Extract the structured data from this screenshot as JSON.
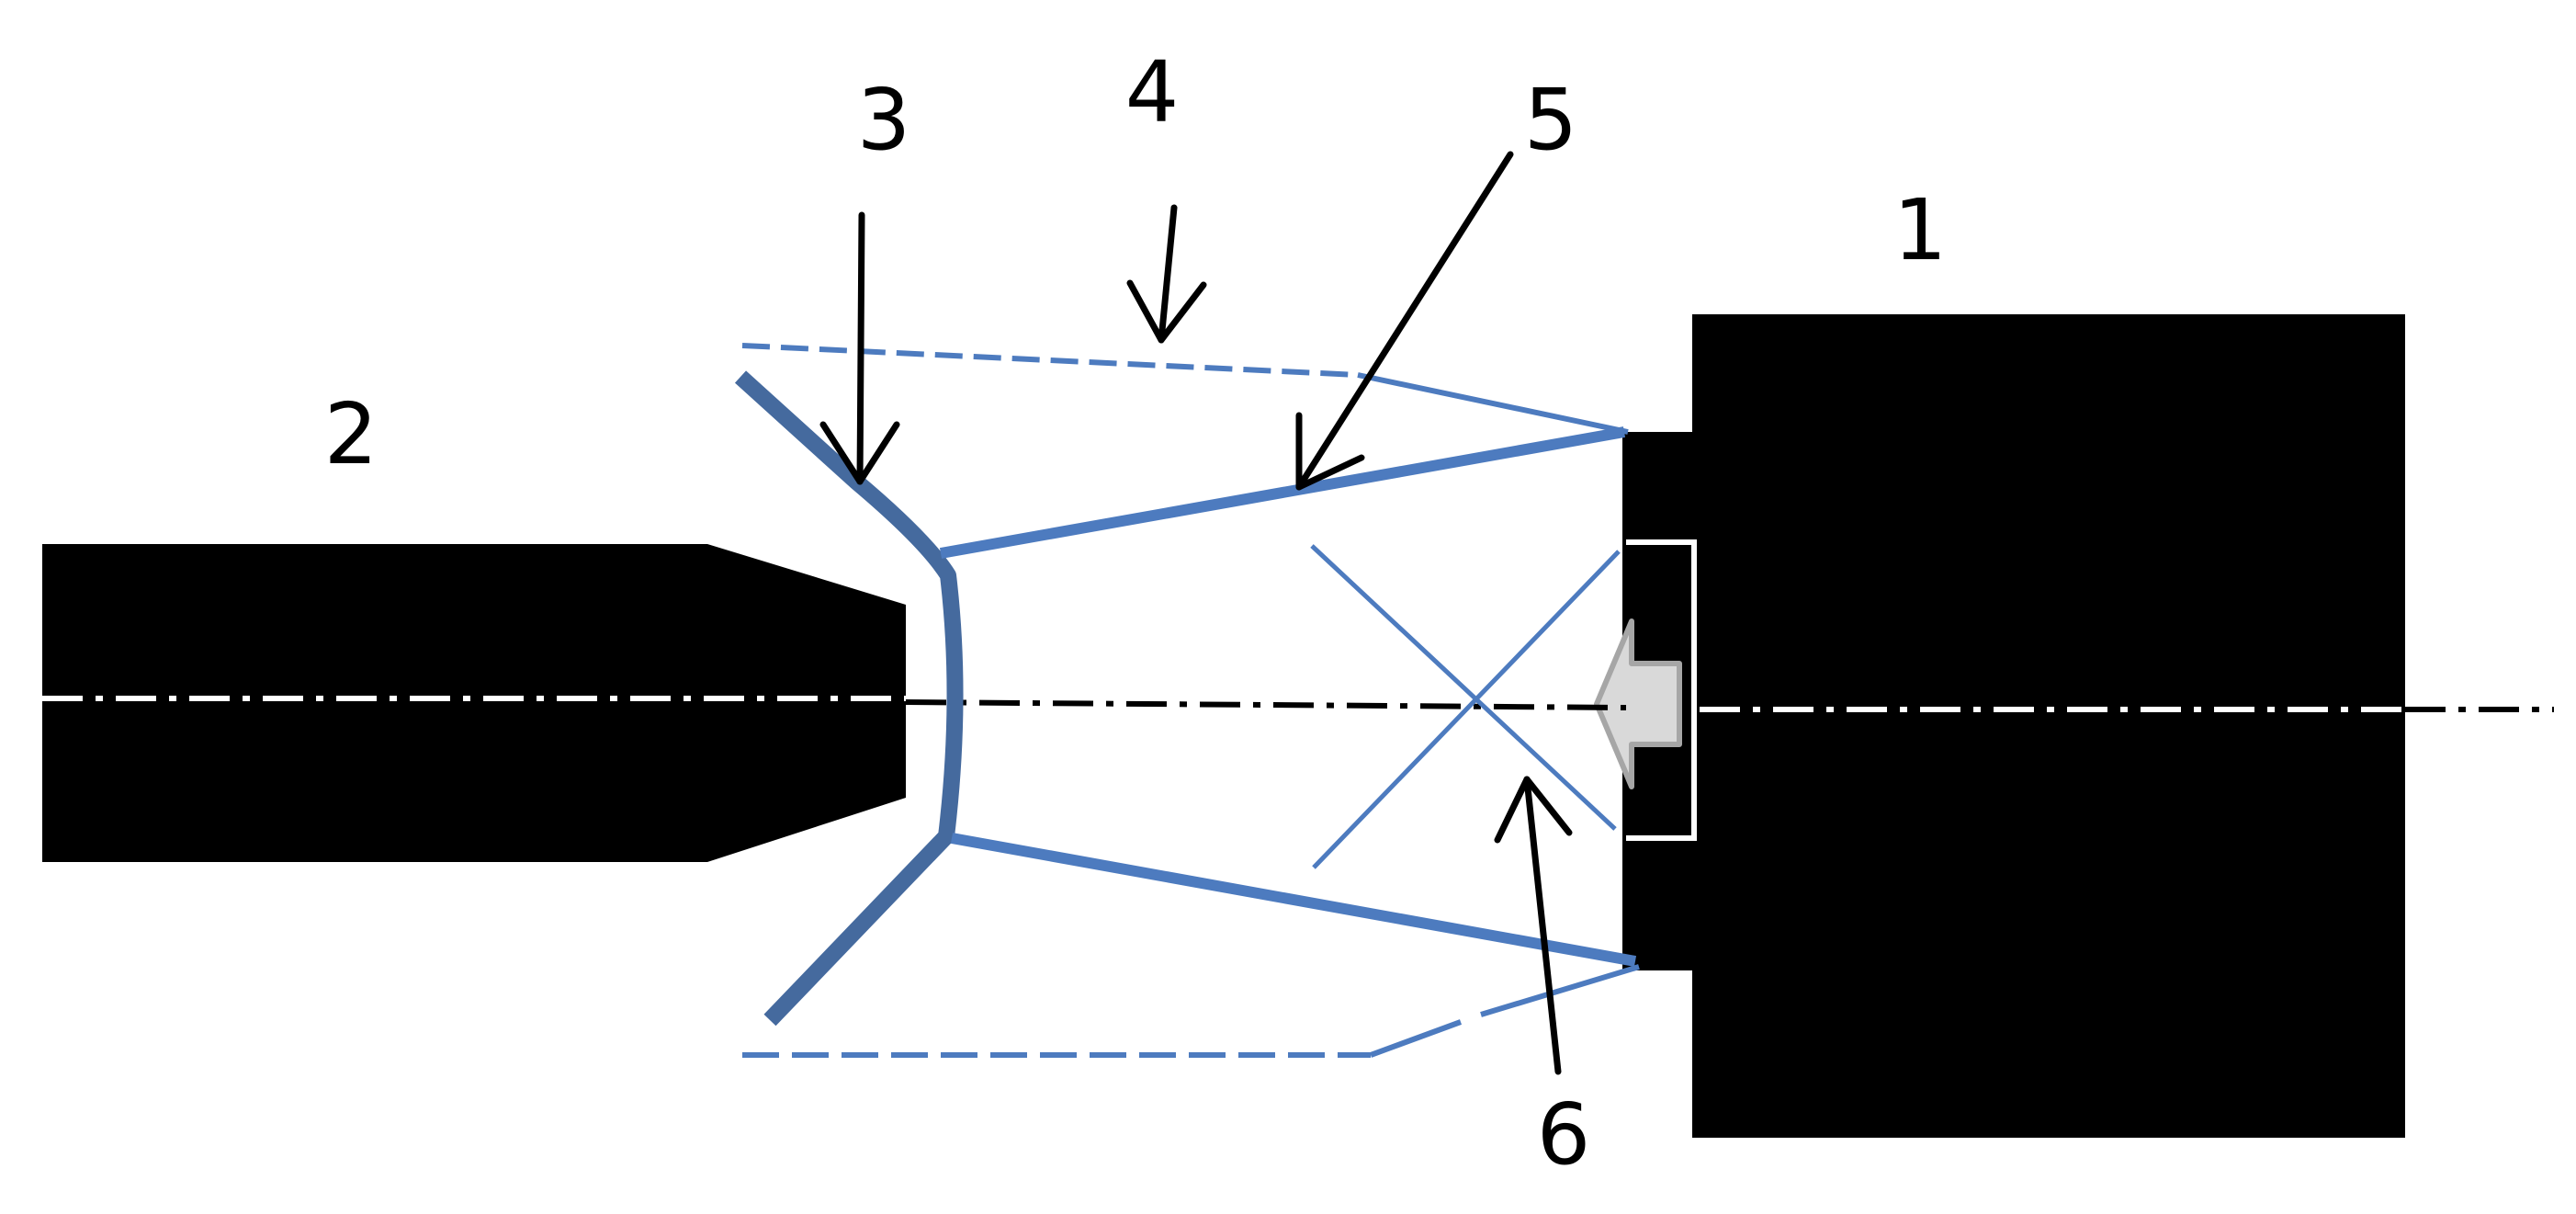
{
  "labels": {
    "l1": "1",
    "l2": "2",
    "l3": "3",
    "l4": "4",
    "l5": "5",
    "l6": "6"
  },
  "colors": {
    "background": "#ffffff",
    "solid": "#000000",
    "beam": "#4d7bbf",
    "mirror": "#456a9e",
    "axis_on_dark": "#ffffff",
    "axis_on_light": "#000000",
    "outline": "#ffffff",
    "source": "#b8b8b8"
  }
}
